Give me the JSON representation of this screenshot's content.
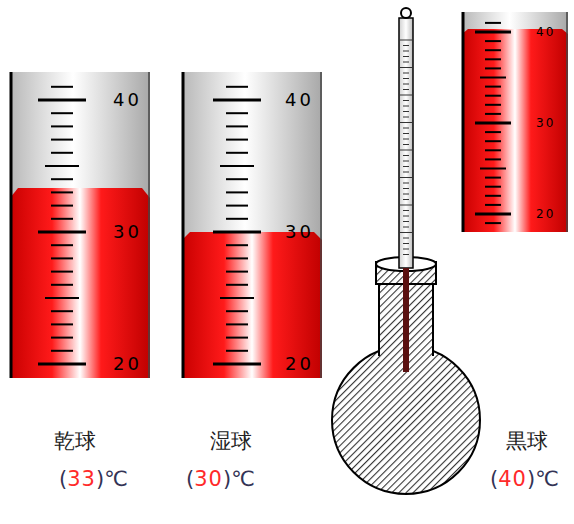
{
  "diagram": {
    "labels": [
      "40",
      "30",
      "20",
      "40",
      "30",
      "20",
      "40",
      "30",
      "20",
      "乾球",
      "湿球",
      "黒球",
      "(",
      "33",
      ")℃",
      "(",
      "30",
      ")℃",
      "(",
      "40",
      ")℃"
    ]
  }
}
